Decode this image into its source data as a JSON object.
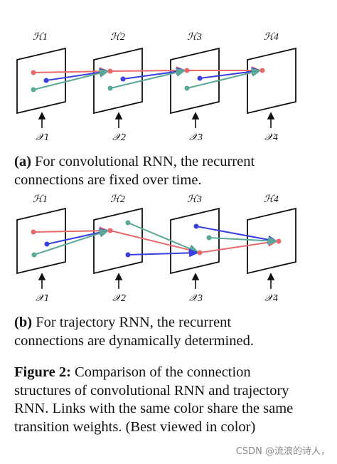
{
  "diagram_a": {
    "h_labels": [
      "ℋ1",
      "ℋ2",
      "ℋ3",
      "ℋ4"
    ],
    "x_labels": [
      "𝒳1",
      "𝒳2",
      "𝒳3",
      "𝒳4"
    ],
    "caption_tag": "(a)",
    "caption_text": " For convolutional RNN, the recurrent connections are fixed over time."
  },
  "diagram_b": {
    "h_labels": [
      "ℋ1",
      "ℋ2",
      "ℋ3",
      "ℋ4"
    ],
    "x_labels": [
      "𝒳1",
      "𝒳2",
      "𝒳3",
      "𝒳4"
    ],
    "caption_tag": "(b)",
    "caption_text": " For trajectory RNN, the recurrent connections are dynamically determined."
  },
  "figure": {
    "label": "Figure 2:",
    "text": " Comparison of the connection structures of convolutional RNN and trajectory RNN. Links with the same color share the same transition weights. (Best viewed in color)"
  },
  "watermark": "CSDN @流浪的诗人，",
  "colors": {
    "red": "#e8696b",
    "blue": "#3a3fe0",
    "teal": "#5aa898"
  }
}
